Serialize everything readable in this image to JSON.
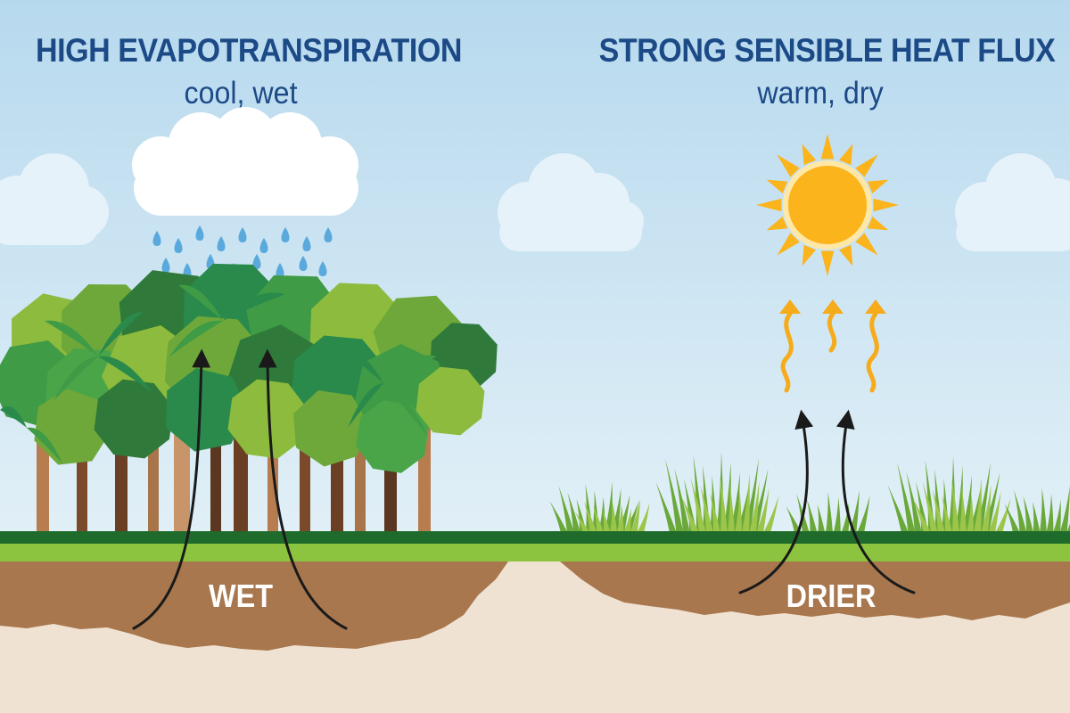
{
  "left": {
    "title": "HIGH EVAPOTRANSPIRATION",
    "subtitle": "cool, wet",
    "soil_label": "WET"
  },
  "right": {
    "title": "STRONG SENSIBLE HEAT FLUX",
    "subtitle": "warm, dry",
    "soil_label": "DRIER"
  },
  "colors": {
    "sky_top": "#bcdcef",
    "sky_bottom": "#ddeef6",
    "title": "#1c4a86",
    "soil": "#a8774e",
    "ground_band": "#1e6b2b",
    "grass_strip": "#8cc43f",
    "sand": "#f0e2d2",
    "sun": "#fbb41b",
    "rain": "#5aa9dc"
  }
}
